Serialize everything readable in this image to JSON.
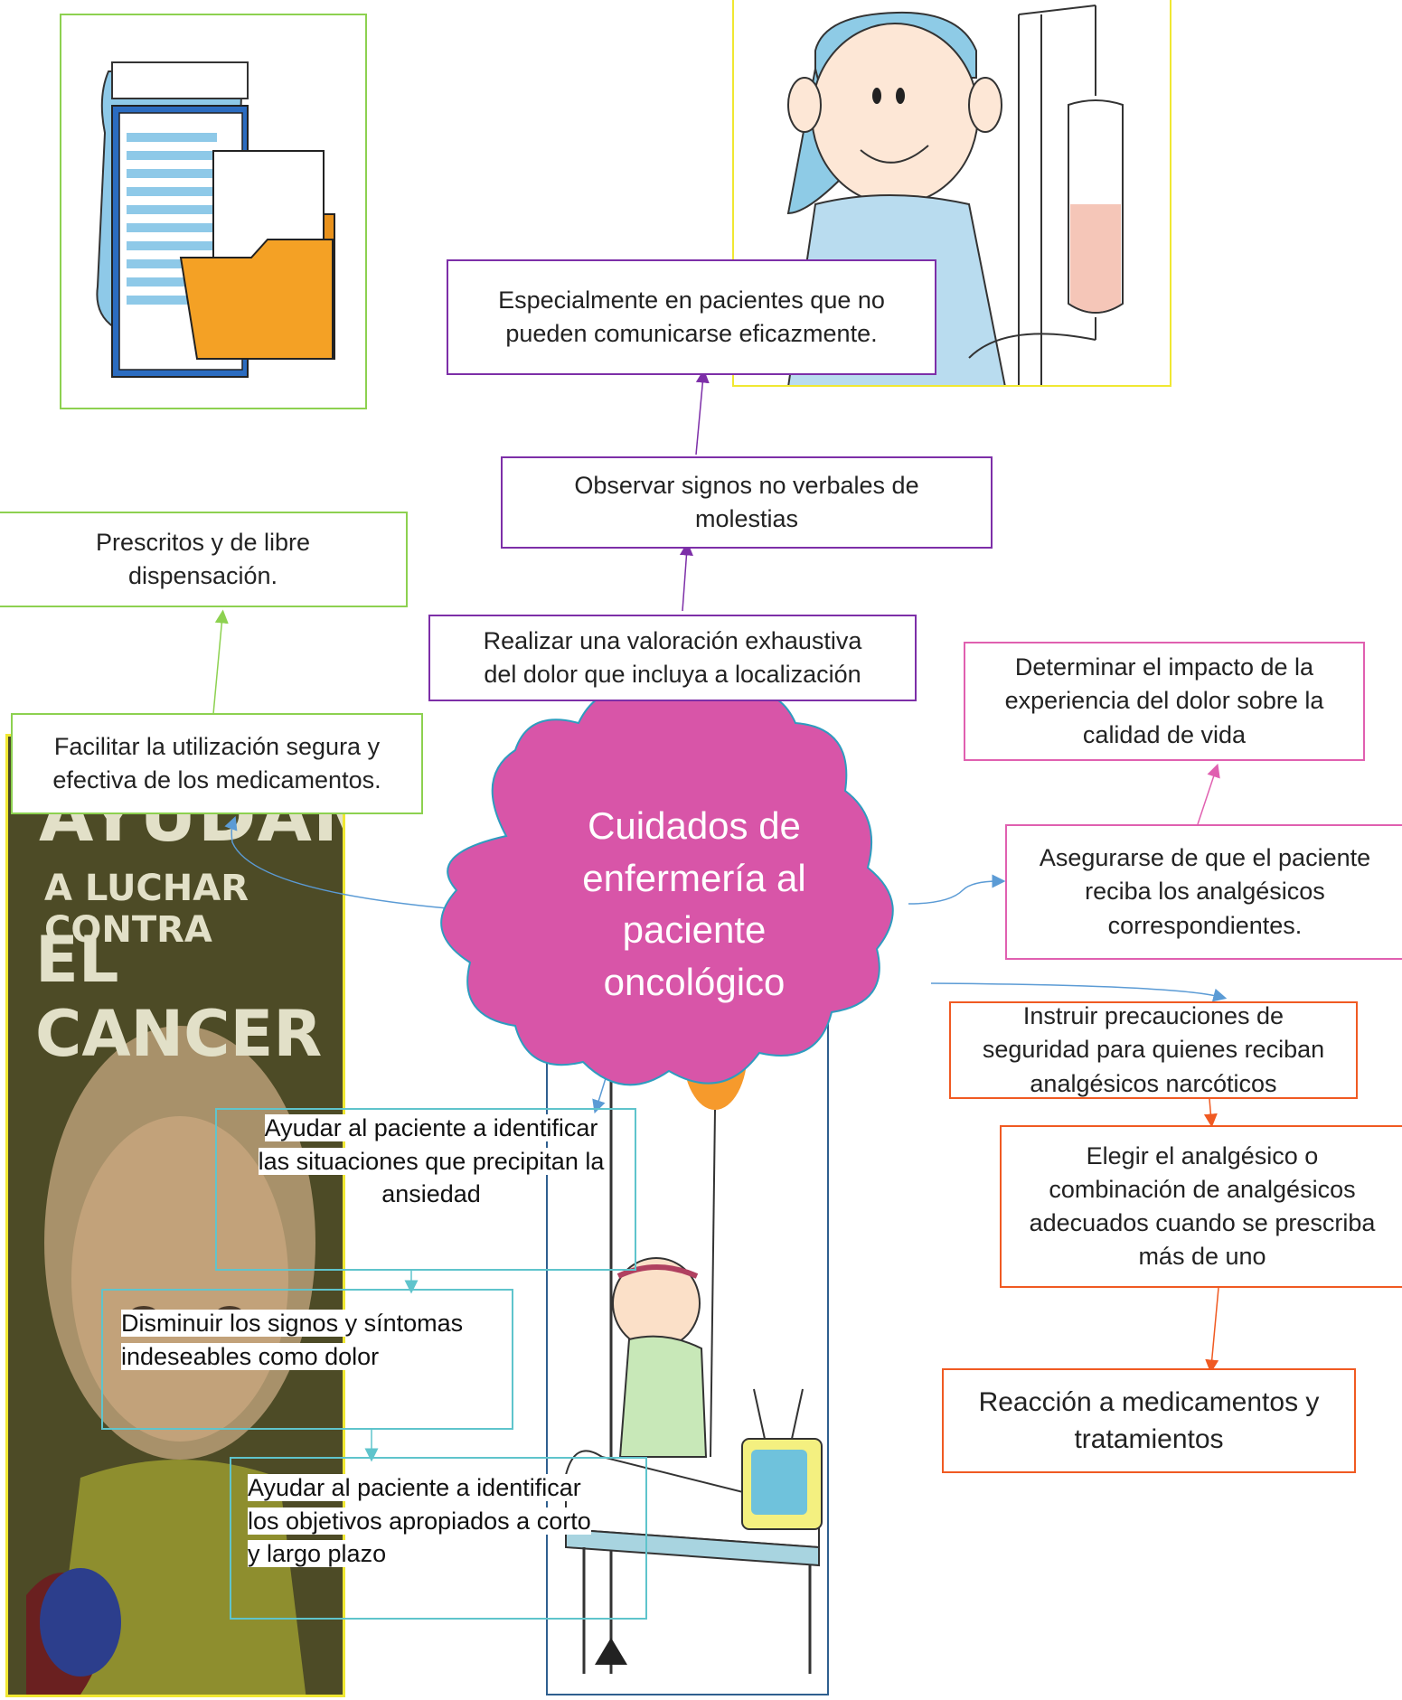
{
  "center": {
    "lines": [
      "Cuidados de",
      "enfermería al",
      "paciente",
      "oncológico"
    ],
    "color": "#d855a8"
  },
  "nodes": {
    "prescritos": {
      "lines": [
        "Prescritos y de libre",
        "dispensación."
      ],
      "color": "#8dd150"
    },
    "facilitar": {
      "lines": [
        "Facilitar la utilización segura y",
        "efectiva de los medicamentos."
      ],
      "color": "#8dd150"
    },
    "especialmente": {
      "lines": [
        "Especialmente en pacientes que no",
        "pueden comunicarse eficazmente."
      ],
      "color": "#7d2fa8"
    },
    "observar": {
      "lines": [
        "Observar signos no verbales de",
        "molestias"
      ],
      "color": "#7d2fa8"
    },
    "realizar": {
      "lines": [
        "Realizar una valoración exhaustiva",
        "del dolor que incluya a localización"
      ],
      "color": "#7d2fa8"
    },
    "determinar": {
      "lines": [
        "Determinar el impacto de la",
        "experiencia del dolor sobre la",
        "calidad de vida"
      ],
      "color": "#e060b0"
    },
    "asegurarse": {
      "lines": [
        "Asegurarse de que el paciente",
        "reciba los analgésicos",
        "correspondientes."
      ],
      "color": "#e060b0"
    },
    "instruir": {
      "lines": [
        "Instruir precauciones de",
        "seguridad para quienes reciban",
        "analgésicos narcóticos"
      ],
      "color": "#f05a22"
    },
    "elegir": {
      "lines": [
        "Elegir el analgésico o",
        "combinación de analgésicos",
        "adecuados cuando se prescriba",
        "más de uno"
      ],
      "color": "#f05a22"
    },
    "reaccion": {
      "lines": [
        "Reacción a medicamentos y",
        "tratamientos"
      ],
      "color": "#f05a22"
    },
    "ayudar1": {
      "lines": [
        "Ayudar al paciente a identificar",
        "las situaciones que precipitan la",
        "ansiedad"
      ],
      "color": "#5fc4cc"
    },
    "disminuir": {
      "lines": [
        "Disminuir los signos y síntomas",
        "indeseables como dolor"
      ],
      "color": "#5fc4cc"
    },
    "ayudar2": {
      "lines": [
        "Ayudar al paciente a identificar",
        "los objetivos apropiados a corto",
        "y largo plazo"
      ],
      "color": "#5fc4cc"
    }
  },
  "poster": {
    "line1": "AYUDAME",
    "line2": "A LUCHAR CONTRA",
    "line3": "EL CANCER"
  },
  "colors": {
    "blue_arrow": "#5b9bd5",
    "green_frame": "#8dd150",
    "yellow_frame": "#f0e832",
    "navy_frame": "#2f5f8f"
  }
}
